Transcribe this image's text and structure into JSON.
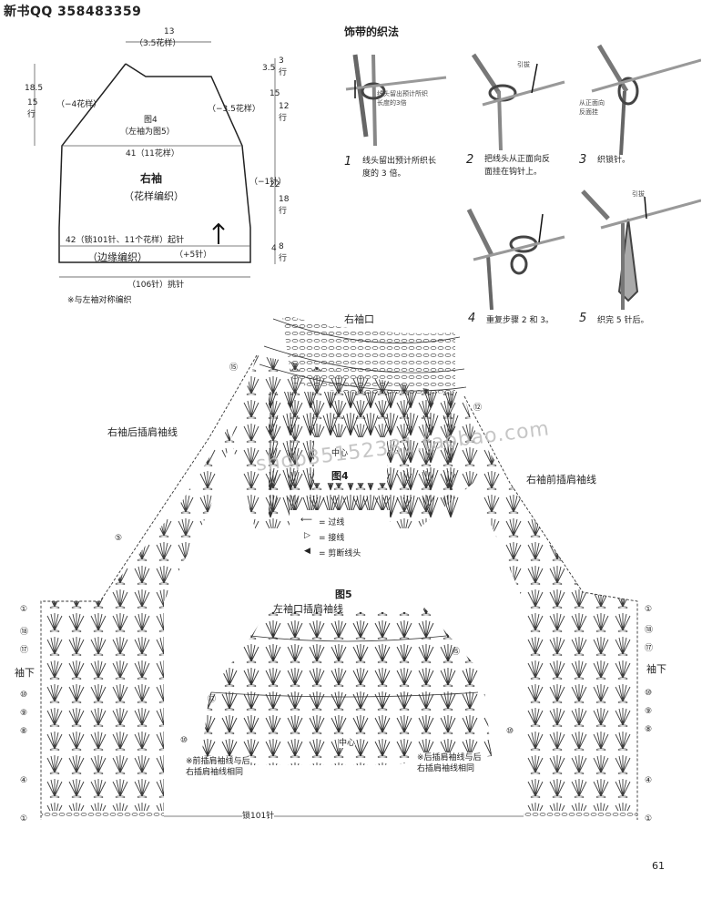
{
  "header": {
    "title": "新书QQ 358483359"
  },
  "schematic": {
    "top_width": "13",
    "top_pattern": "（3.5花样）",
    "height_total": "18.5",
    "height_rows": "15\n行",
    "left_dec": "（−4花样）",
    "right_dec": "（−3.5花样）",
    "fig_label": "图4",
    "fig_note": "（左袖为图5）",
    "mid_width": "41（11花样）",
    "piece_name": "右袖",
    "piece_pattern": "（花样编织）",
    "right_inc": "（−1针）",
    "bottom_width": "42（锁101针、11个花样）起针",
    "border": "（边缘编织）",
    "plus5": "（+5针）",
    "bottom_total": "（106针）挑针",
    "mirror_note": "※与左袖对称编织",
    "r_dims": [
      {
        "cm": "3.5",
        "rows": "3\n行"
      },
      {
        "cm": "15",
        "rows": "12\n行"
      },
      {
        "cm": "22",
        "rows": "18\n行"
      },
      {
        "cm": "4",
        "rows": "8\n行"
      }
    ]
  },
  "tie": {
    "title": "饰带的织法",
    "steps": [
      {
        "num": "1",
        "text": "线头留出预计所织长\n度的 3 倍。"
      },
      {
        "num": "2",
        "text": "把线头从正面向反\n面挂在钩针上。"
      },
      {
        "num": "3",
        "text": "织锁针。"
      },
      {
        "num": "4",
        "text": "重复步骤 2 和 3。"
      },
      {
        "num": "5",
        "text": "织完 5 针后。"
      }
    ],
    "labels": {
      "tail": "线头留出预计所织\n长度的3倍",
      "pull": "引拔",
      "front": "从正面向\n反面挂"
    }
  },
  "chart4": {
    "title": "右袖口",
    "fig": "图4",
    "center": "中心",
    "back_line": "右袖后插肩袖线",
    "front_line": "右袖前插肩袖线",
    "sleeve_under": "袖下",
    "chain": "锁101针",
    "row_marks_left": [
      "⑮",
      "⑤",
      "①",
      "⑱",
      "⑰",
      "⑩",
      "⑨",
      "⑧",
      "④",
      "①"
    ],
    "row_marks_right": [
      "⑫",
      "①",
      "⑱",
      "⑰",
      "⑩",
      "⑨",
      "⑧",
      "④",
      "①"
    ]
  },
  "legend": {
    "items": [
      {
        "sym": "⟵",
        "label": "= 过线"
      },
      {
        "sym": "▷",
        "label": "= 接线"
      },
      {
        "sym": "◀",
        "label": "= 剪断线头"
      }
    ]
  },
  "chart5": {
    "fig": "图5",
    "title": "左袖口插肩袖线",
    "center": "中心",
    "note_left": "※前插肩袖线与后\n右插肩袖线相同",
    "note_right": "※后插肩袖线与后\n右插肩袖线相同",
    "marks_left": [
      "⑫",
      "⑩"
    ],
    "marks_right": [
      "⑮",
      "⑩"
    ]
  },
  "watermark": "shop35152381.taobao.com",
  "page_number": "61"
}
